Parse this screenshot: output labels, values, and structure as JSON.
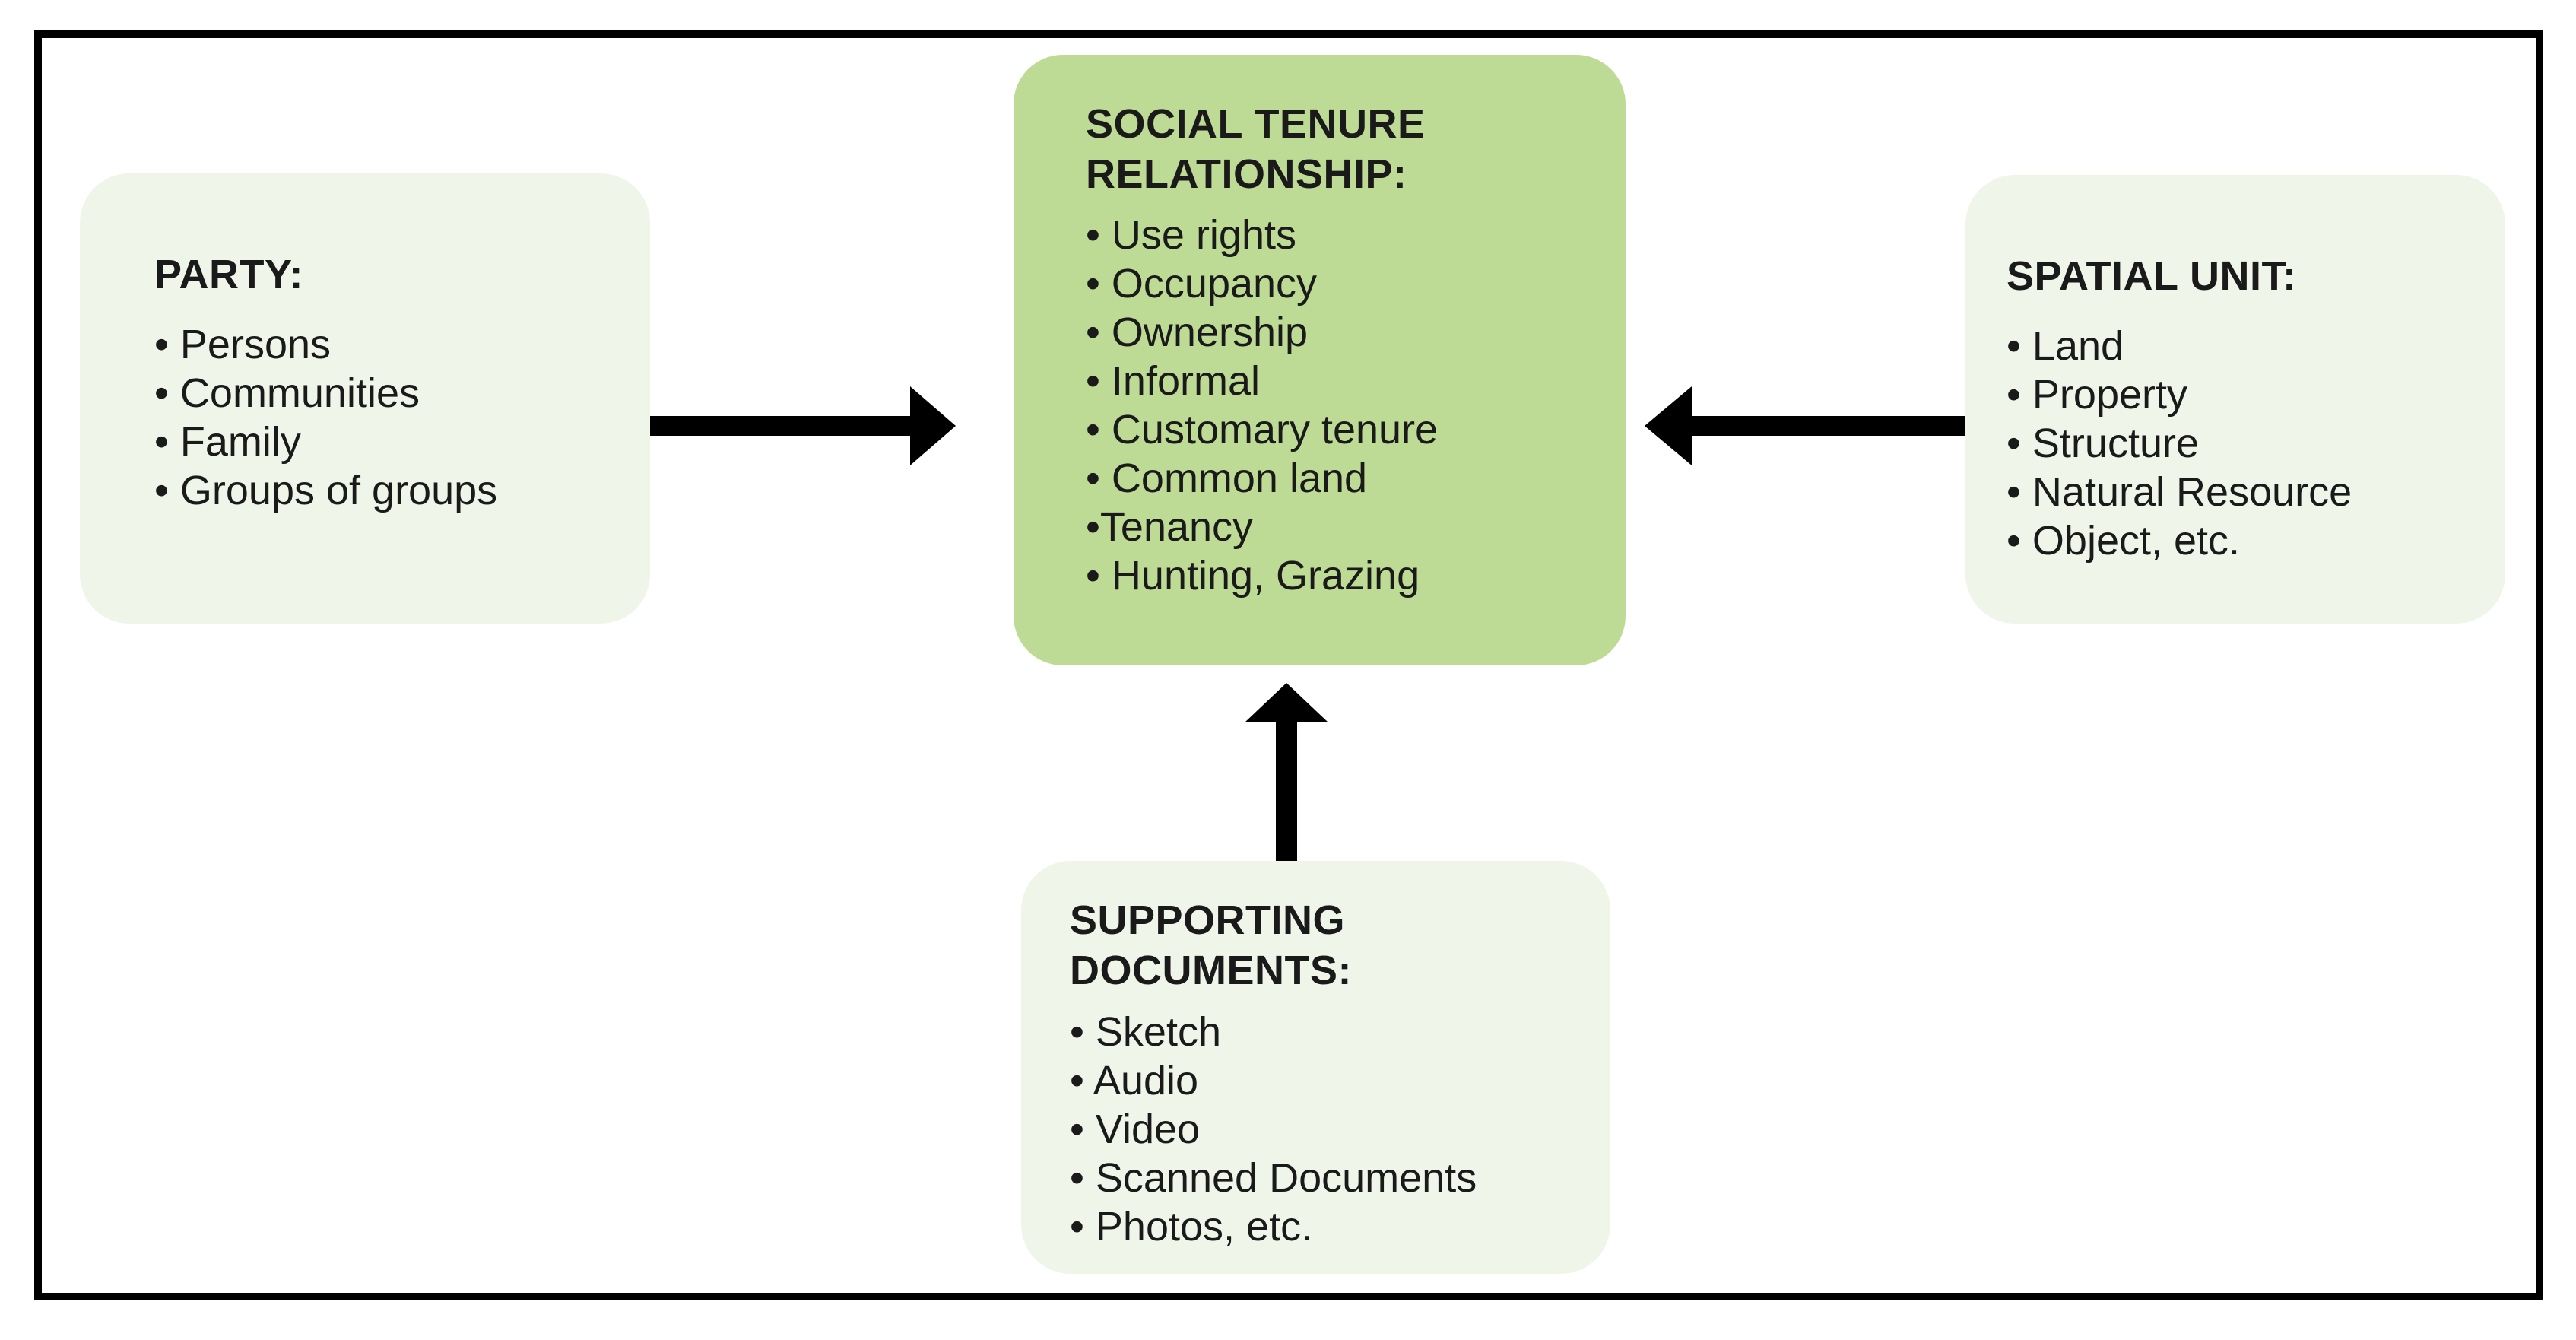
{
  "colors": {
    "page_bg": "#ffffff",
    "frame_border": "#000000",
    "center_box_fill": "#bedb96",
    "side_box_fill": "#f0f5ea",
    "text": "#1a1a1a",
    "arrow": "#000000"
  },
  "boxes": {
    "party": {
      "title": "PARTY:",
      "items": [
        "• Persons",
        "• Communities",
        "• Family",
        "• Groups of groups"
      ]
    },
    "social_tenure_relationship": {
      "title": "SOCIAL TENURE\nRELATIONSHIP:",
      "items": [
        "• Use rights",
        "• Occupancy",
        "• Ownership",
        "• Informal",
        "• Customary tenure",
        "• Common land",
        "•Tenancy",
        "• Hunting, Grazing"
      ]
    },
    "spatial_unit": {
      "title": "SPATIAL UNIT:",
      "items": [
        "• Land",
        "• Property",
        "• Structure",
        "• Natural Resource",
        "• Object, etc."
      ]
    },
    "supporting_documents": {
      "title": "SUPPORTING\nDOCUMENTS:",
      "items": [
        "• Sketch",
        "• Audio",
        "• Video",
        "• Scanned Documents",
        "• Photos, etc."
      ]
    }
  },
  "arrows": [
    {
      "name": "party-to-relationship",
      "direction": "right"
    },
    {
      "name": "spatial-unit-to-relationship",
      "direction": "left"
    },
    {
      "name": "supporting-documents-to-relationship",
      "direction": "up"
    }
  ]
}
